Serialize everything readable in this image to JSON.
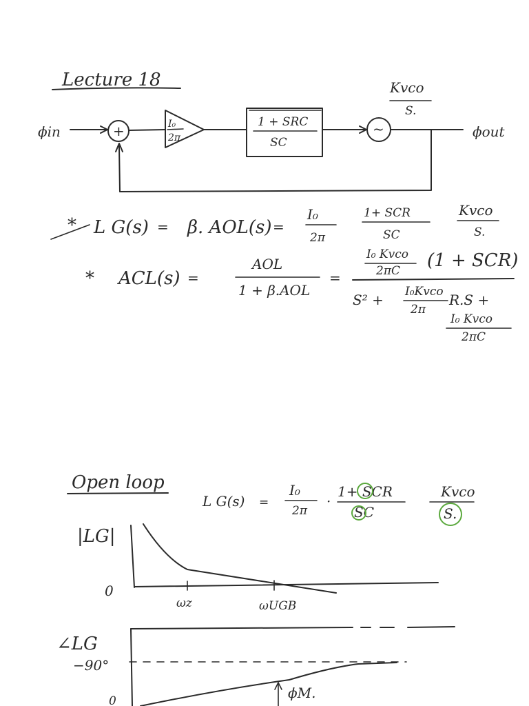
{
  "page": {
    "title": "Lecture 18",
    "ink_color": "#2a2a2a",
    "accent_color": "#5aa83c"
  },
  "block_diagram": {
    "input_label": "ϕin",
    "summer_symbol": "+",
    "gain_numerator": "I₀",
    "gain_denominator": "2π",
    "filter_numerator": "1 + SRC",
    "filter_denominator": "SC",
    "vco_symbol": "~",
    "vco_tf_numerator": "Kvco",
    "vco_tf_denominator": "S.",
    "output_label": "ϕout"
  },
  "equations": {
    "lg_bullet": "*",
    "lg_lhs": "L G(s)",
    "lg_eq1": "=",
    "lg_beta_aol": "β. AOL(s)",
    "lg_eq2": "=",
    "lg_f1_num": "I₀",
    "lg_f1_den": "2π",
    "lg_f2_num": "1+ SCR",
    "lg_f2_den": "SC",
    "lg_f3_num": "Kvco",
    "lg_f3_den": "S.",
    "acl_bullet": "*",
    "acl_lhs": "ACL(s)",
    "acl_eq1": "=",
    "acl_num": "AOL",
    "acl_den": "1 + β.AOL",
    "acl_eq2": "=",
    "acl_rhs_num_frac_top": "I₀ Kvco",
    "acl_rhs_num_frac_bot": "2πC",
    "acl_rhs_num_paren": "(1 + SCR)",
    "acl_rhs_den_s2": "S² +",
    "acl_rhs_den_frac_top": "I₀Kvco",
    "acl_rhs_den_frac_bot": "2π",
    "acl_rhs_den_tail": "R.S +",
    "acl_rhs_den2_top": "I₀ Kvco",
    "acl_rhs_den2_bot": "2πC"
  },
  "open_loop": {
    "heading": "Open loop",
    "lg_lhs": "L G(s)",
    "lg_eq": "=",
    "f1_num": "I₀",
    "f1_den": "2π",
    "dot": "·",
    "f2_num": "1+ SCR",
    "f2_den": "SC",
    "f3_num": "Kvco",
    "f3_den": "S."
  },
  "mag_plot": {
    "ylabel": "|LG|",
    "zero_label": "0",
    "wz_label": "ωz",
    "wugb_label": "ωUGB"
  },
  "phase_plot": {
    "ylabel": "∠LG",
    "neg90_label": "−90°",
    "bottom_label": "0",
    "pm_label": "ϕM."
  }
}
